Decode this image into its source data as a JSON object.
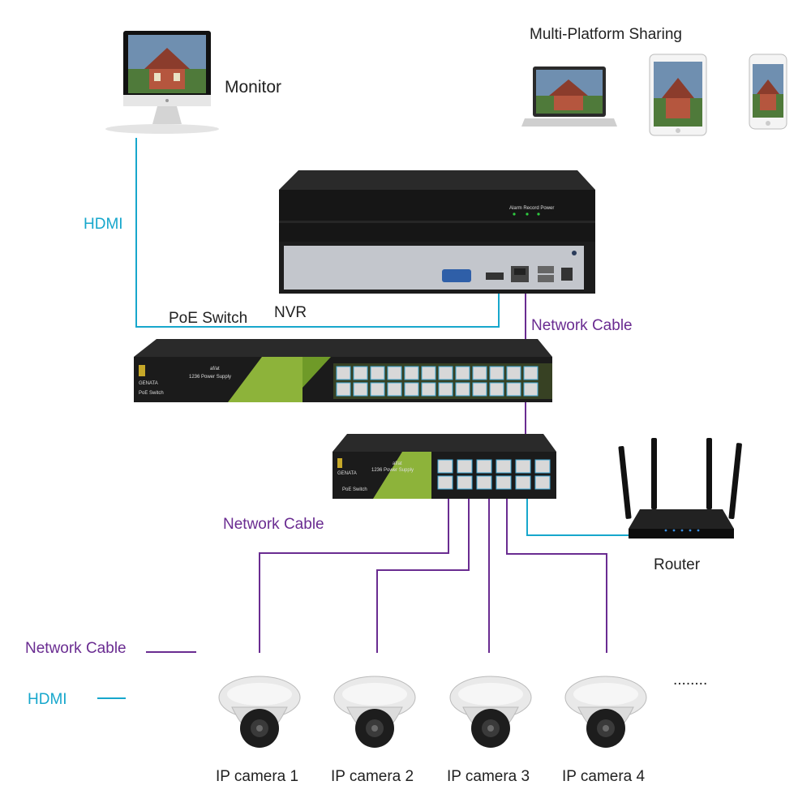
{
  "labels": {
    "monitor": "Monitor",
    "multi_platform": "Multi-Platform Sharing",
    "hdmi_vertical": "HDMI",
    "poe_switch": "PoE Switch",
    "nvr": "NVR",
    "network_cable_top": "Network Cable",
    "network_cable_mid": "Network Cable",
    "router": "Router",
    "ellipsis": "........"
  },
  "legend": {
    "network_cable": "Network Cable",
    "hdmi": "HDMI"
  },
  "cameras": [
    "IP camera 1",
    "IP camera 2",
    "IP camera 3",
    "IP camera 4"
  ],
  "nvr_panel": {
    "indicators": "Alarm  Record  Power"
  },
  "switch_big": {
    "brand": "GENATA",
    "spec_top": "af/at",
    "spec_bottom": "1236 Power Supply",
    "model": "PoE Switch"
  },
  "switch_small": {
    "brand": "GENATA",
    "spec_top": "af/at",
    "spec_bottom": "1236 Power Supply",
    "model": "PoE Switch"
  },
  "colors": {
    "network_cable": "#6a2c91",
    "hdmi": "#17a7cc",
    "device_black": "#1c1c1c",
    "switch_green": "#8db33a"
  }
}
